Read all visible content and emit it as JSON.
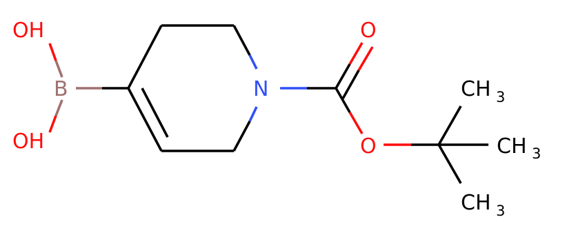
{
  "molecule": {
    "atoms": {
      "oh_top": {
        "text": "OH",
        "color": "#ff0d0d"
      },
      "oh_bottom": {
        "text": "OH",
        "color": "#ff0d0d"
      },
      "boron": {
        "text": "B",
        "color": "#a07070"
      },
      "nitrogen": {
        "text": "N",
        "color": "#3050f8"
      },
      "carbonyl_o": {
        "text": "O",
        "color": "#ff0d0d"
      },
      "ester_o": {
        "text": "O",
        "color": "#ff0d0d"
      },
      "ch3_top": {
        "main": "CH",
        "sub": "3",
        "color": "#000000"
      },
      "ch3_mid": {
        "main": "CH",
        "sub": "3",
        "color": "#000000"
      },
      "ch3_bottom": {
        "main": "CH",
        "sub": "3",
        "color": "#000000"
      }
    },
    "bond_color": "#000000"
  }
}
